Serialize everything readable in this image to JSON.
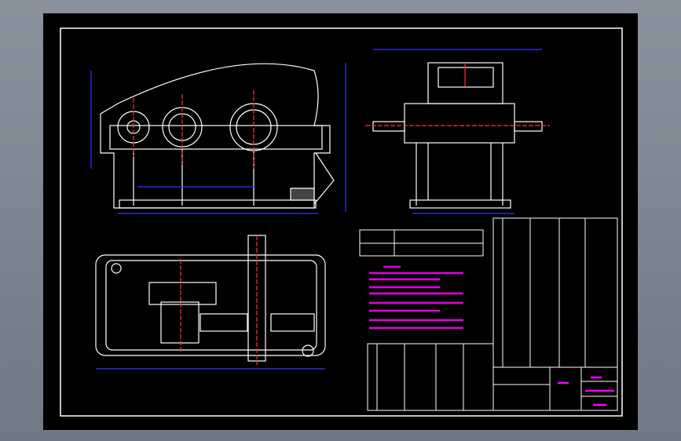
{
  "viewer": {
    "background": "#7f8894",
    "sheet_color": "#000000"
  },
  "drawing": {
    "line_color": "#ffffff",
    "dimension_color": "#3333ff",
    "text_color": "#ff00ff",
    "centerline_color": "#ff3333",
    "views": [
      "front-view",
      "side-view",
      "top-section-view",
      "tech-table",
      "tech-notes",
      "parts-list",
      "title-block"
    ]
  }
}
